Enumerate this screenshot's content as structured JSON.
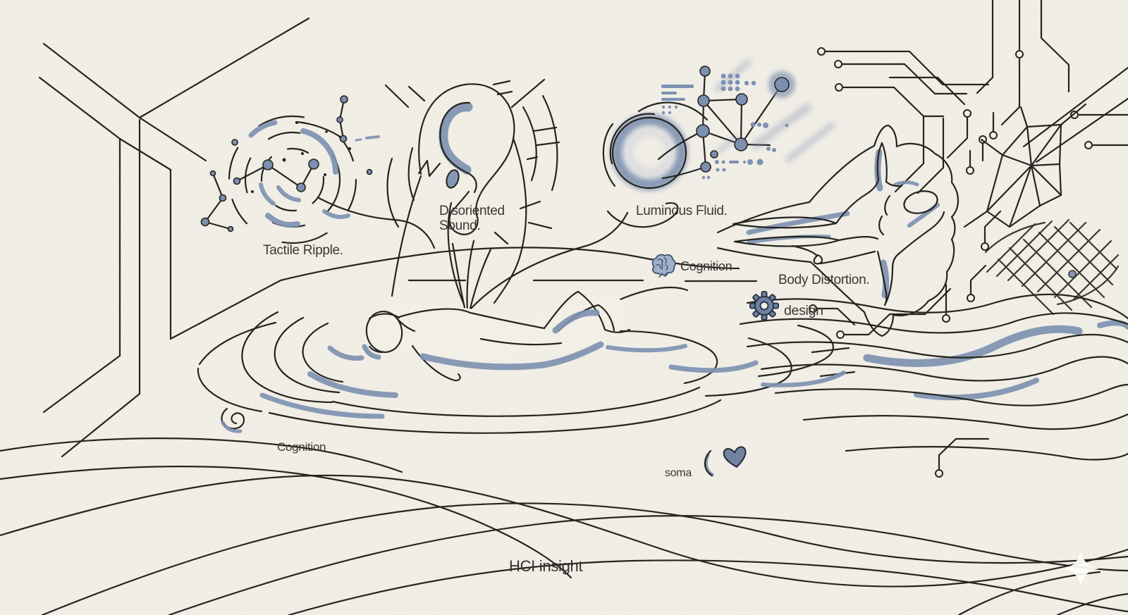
{
  "palette": {
    "paper": "#f2efe7",
    "ink": "#26241f",
    "accent_blue": "#7489a8",
    "accent_blue_light": "#8ea2c0",
    "text": "#3a3833",
    "sparkle": "#fffef8"
  },
  "labels": {
    "tactile_ripple": "Tactile Ripple.",
    "disoriented_sound": "Disoriented Sound.",
    "luminous_fluid": "Luminous Fluid.",
    "cognition_upper": "Cognition",
    "body_distortion": "Body Distortion.",
    "design": "design",
    "cognition_lower": "Cognition",
    "soma": "soma",
    "footer": "HCI insight"
  },
  "icons": {
    "brain-icon": "🧠",
    "gear-icon": "⚙",
    "heart-icon": "♥",
    "sparkle-icon": "✦"
  }
}
